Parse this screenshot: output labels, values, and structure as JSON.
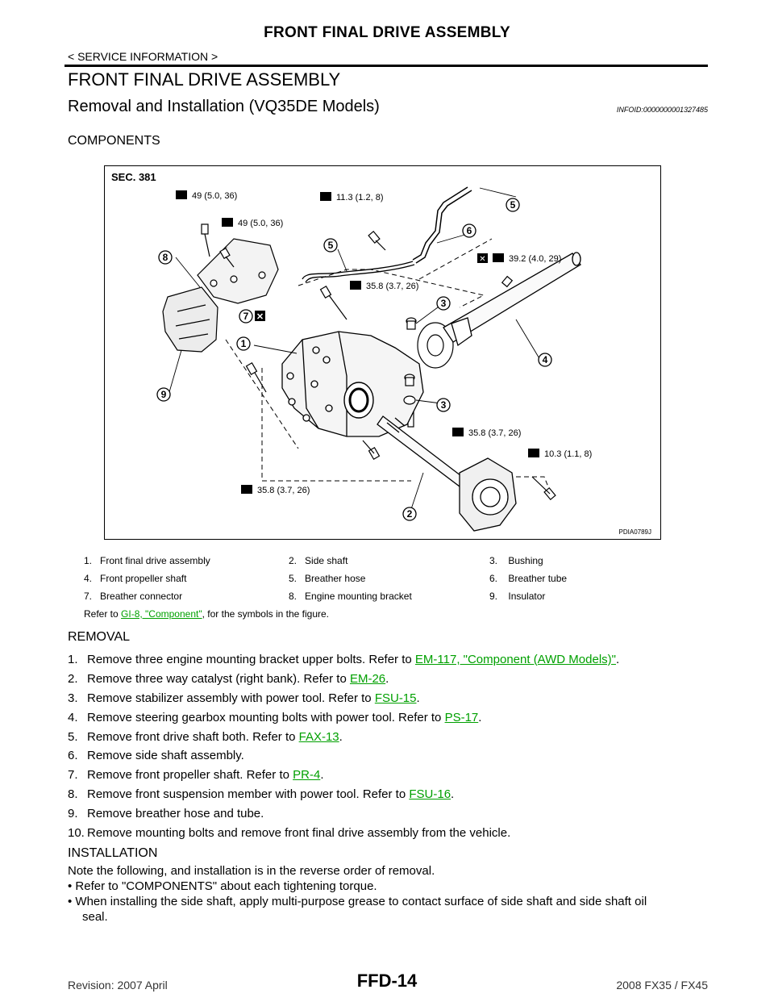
{
  "header": {
    "title": "FRONT FINAL DRIVE ASSEMBLY",
    "breadcrumb": "< SERVICE INFORMATION >"
  },
  "page": {
    "section_title": "FRONT FINAL DRIVE ASSEMBLY",
    "subtitle": "Removal and Installation (VQ35DE Models)",
    "info_id": "INFOID:0000000001327485",
    "components_heading": "COMPONENTS"
  },
  "figure": {
    "sec_label": "SEC. 381",
    "fig_code": "PDIA0789J",
    "torques": [
      "49 (5.0, 36)",
      "49 (5.0, 36)",
      "11.3 (1.2, 8)",
      "39.2 (4.0, 29)",
      "35.8 (3.7, 26)",
      "35.8 (3.7, 26)",
      "10.3 (1.1, 8)",
      "35.8 (3.7, 26)"
    ],
    "callouts": [
      "1",
      "2",
      "3",
      "3",
      "4",
      "5",
      "5",
      "6",
      "7",
      "8",
      "9"
    ]
  },
  "legend": [
    [
      "1.",
      "Front final drive assembly",
      "2.",
      "Side shaft",
      "3.",
      "Bushing"
    ],
    [
      "4.",
      "Front propeller shaft",
      "5.",
      "Breather hose",
      "6.",
      "Breather tube"
    ],
    [
      "7.",
      "Breather connector",
      "8.",
      "Engine mounting bracket",
      "9.",
      "Insulator"
    ]
  ],
  "legend_note": {
    "prefix": "Refer to ",
    "link": "GI-8, \"Component\"",
    "suffix": ", for the symbols in the figure."
  },
  "removal": {
    "heading": "REMOVAL",
    "steps": [
      {
        "num": "1.",
        "text": "Remove three engine mounting bracket upper bolts. Refer to ",
        "link": "EM-117, \"Component (AWD Models)\"",
        "end": "."
      },
      {
        "num": "2.",
        "text": "Remove three way catalyst (right bank). Refer to ",
        "link": "EM-26",
        "end": "."
      },
      {
        "num": "3.",
        "text": "Remove stabilizer assembly with power tool. Refer to ",
        "link": "FSU-15",
        "end": "."
      },
      {
        "num": "4.",
        "text": "Remove steering gearbox mounting bolts with power tool. Refer to ",
        "link": "PS-17",
        "end": "."
      },
      {
        "num": "5.",
        "text": "Remove front drive shaft both. Refer to ",
        "link": "FAX-13",
        "end": "."
      },
      {
        "num": "6.",
        "text": "Remove side shaft assembly.",
        "link": "",
        "end": ""
      },
      {
        "num": "7.",
        "text": "Remove front propeller shaft. Refer to ",
        "link": "PR-4",
        "end": "."
      },
      {
        "num": "8.",
        "text": "Remove front suspension member with power tool. Refer to ",
        "link": "FSU-16",
        "end": "."
      },
      {
        "num": "9.",
        "text": "Remove breather hose and tube.",
        "link": "",
        "end": ""
      },
      {
        "num": "10.",
        "text": "Remove mounting bolts and remove front final drive assembly from the vehicle.",
        "link": "",
        "end": ""
      }
    ]
  },
  "installation": {
    "heading": "INSTALLATION",
    "intro": "Note the following, and installation is in the reverse order of removal.",
    "bullets": [
      "Refer to \"COMPONENTS\" about each tightening torque.",
      "When installing the side shaft, apply multi-purpose grease to contact surface of side shaft and side shaft oil",
      "seal."
    ]
  },
  "footer": {
    "revision": "Revision: 2007 April",
    "page_code": "FFD-14",
    "model": "2008 FX35 / FX45"
  }
}
